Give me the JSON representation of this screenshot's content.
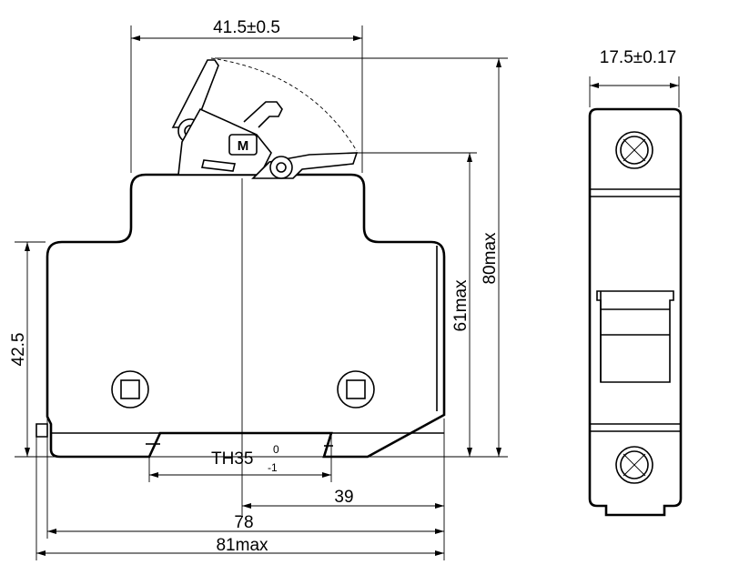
{
  "dimensions": {
    "top_width": "41.5±0.5",
    "side_width": "17.5±0.17",
    "height_max": "80max",
    "height_61": "61max",
    "height_left": "42.5",
    "rail_label": "TH35",
    "rail_tol_upper": "0",
    "rail_tol_lower": "-1",
    "offset_39": "39",
    "width_78": "78",
    "width_max": "81max"
  },
  "marking": "M"
}
